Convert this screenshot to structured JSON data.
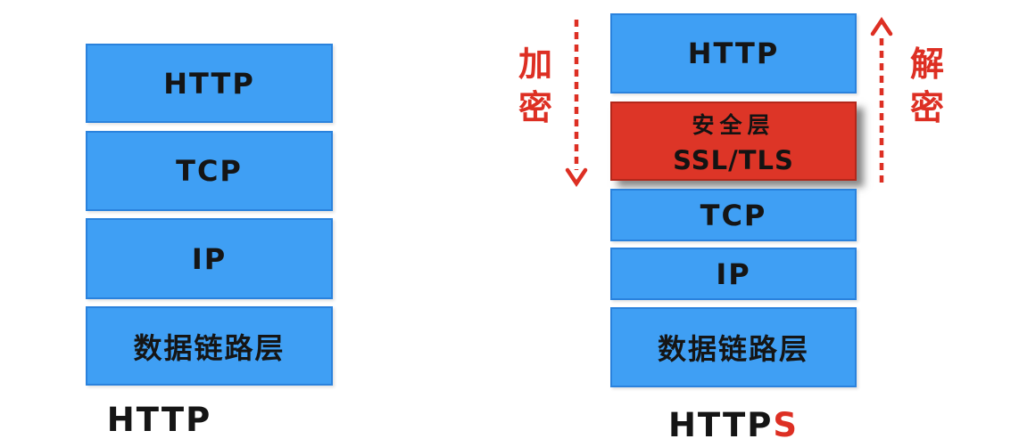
{
  "colors": {
    "layer_blue": "#3f9ff4",
    "layer_blue_border": "#2a82dd",
    "layer_red": "#dd3527",
    "layer_red_border": "#b3271b",
    "annotation_red": "#dd2f23",
    "text_dark": "#151515",
    "background": "#ffffff"
  },
  "left_stack": {
    "layers": [
      {
        "label": "HTTP"
      },
      {
        "label": "TCP"
      },
      {
        "label": "IP"
      },
      {
        "label": "数据链路层"
      }
    ],
    "caption": "HTTP"
  },
  "right_stack": {
    "layers": [
      {
        "label": "HTTP"
      },
      {
        "label": "安全层",
        "sublabel": "SSL/TLS"
      },
      {
        "label": "TCP"
      },
      {
        "label": "IP"
      },
      {
        "label": "数据链路层"
      }
    ],
    "caption_black": "HTTP",
    "caption_red": "S"
  },
  "annotations": {
    "encrypt": "加密",
    "decrypt": "解密"
  },
  "icons": {
    "encrypt_arrow": "dashed-arrow-down",
    "decrypt_arrow": "dashed-arrow-up"
  }
}
